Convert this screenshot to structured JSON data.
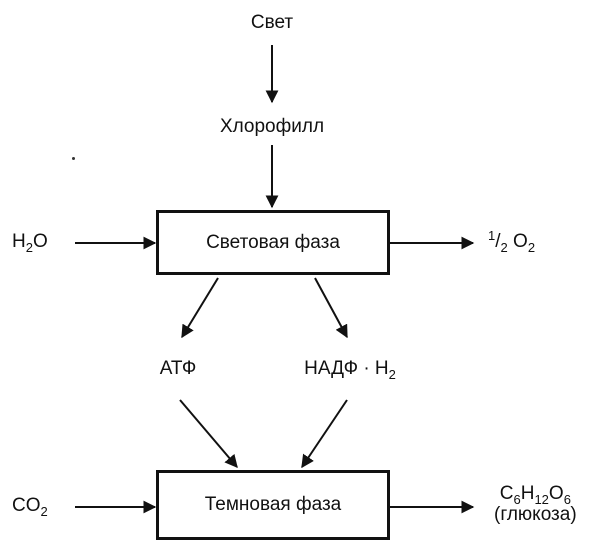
{
  "inputs": {
    "light": "Свет",
    "chlorophyll": "Хлорофилл",
    "water": {
      "base": "H",
      "sub": "2",
      "tail": "O"
    },
    "co2": {
      "base": "CO",
      "sub": "2"
    }
  },
  "light_phase": {
    "label": "Световая фаза",
    "oxygen": {
      "sup": "1",
      "slash": "/",
      "sub": "2",
      "base": " O",
      "sub2": "2"
    }
  },
  "intermediates": {
    "atp": "АТФ",
    "nadph": {
      "base": "НАДФ · Н",
      "sub": "2"
    }
  },
  "dark_phase": {
    "label": "Темновая фаза",
    "glucose": {
      "c": "C",
      "c_sub": "6",
      "h": "H",
      "h_sub": "12",
      "o": "O",
      "o_sub": "6",
      "name": "(глюкоза)"
    }
  },
  "colors": {
    "ink": "#111111",
    "background": "#ffffff"
  }
}
